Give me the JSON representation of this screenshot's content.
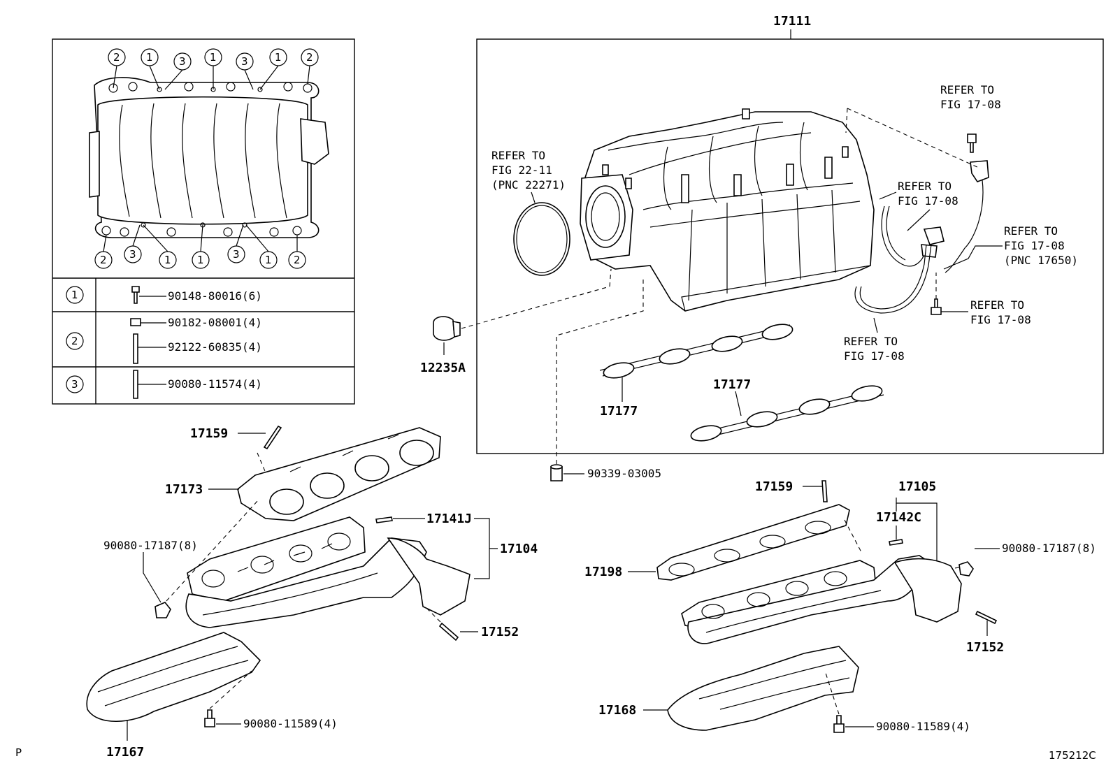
{
  "corner": {
    "left": "P",
    "right": "175212C"
  },
  "inset": {
    "callouts": [
      "2",
      "1",
      "3",
      "1",
      "3",
      "1",
      "2",
      "2",
      "3",
      "1",
      "1",
      "3",
      "1",
      "2"
    ],
    "table": [
      {
        "ref": "1",
        "parts": [
          "90148-80016(6)"
        ]
      },
      {
        "ref": "2",
        "parts": [
          "90182-08001(4)",
          "92122-60835(4)"
        ]
      },
      {
        "ref": "3",
        "parts": [
          "90080-11574(4)"
        ]
      }
    ]
  },
  "intake": {
    "assembly": "17111",
    "throttle_ref": [
      "REFER TO",
      "FIG 22-11",
      "(PNC 22271)"
    ],
    "ref_top": [
      "REFER TO",
      "FIG 17-08"
    ],
    "ref_mid": [
      "REFER TO",
      "FIG 17-08"
    ],
    "ref_right": [
      "REFER TO",
      "FIG 17-08",
      "(PNC 17650)"
    ],
    "ref_bolt": [
      "REFER TO",
      "FIG 17-08"
    ],
    "ref_hose": [
      "REFER TO",
      "FIG 17-08"
    ],
    "gasket_left": "17177",
    "gasket_right": "17177",
    "plug": "12235A",
    "sleeve": "90339-03005"
  },
  "exhaust_left": {
    "stud": "17159",
    "gasket": "17173",
    "stud_j": "17141J",
    "manifold": "17104",
    "nut": "90080-17187(8)",
    "stud_b": "17152",
    "insulator": "17167",
    "bolt": "90080-11589(4)"
  },
  "exhaust_right": {
    "stud": "17159",
    "manifold": "17105",
    "stud_c": "17142C",
    "nut": "90080-17187(8)",
    "gasket": "17198",
    "stud_b": "17152",
    "insulator": "17168",
    "bolt": "90080-11589(4)"
  }
}
